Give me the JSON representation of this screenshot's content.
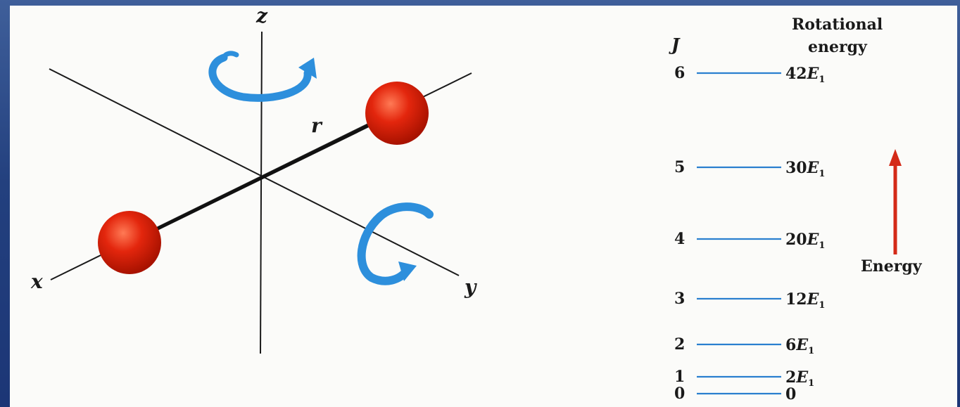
{
  "diagram": {
    "axes": {
      "x": "x",
      "y": "y",
      "z": "z",
      "bond": "r"
    },
    "colors": {
      "atom": "#e3260d",
      "rotation_arrow": "#2d8fdc",
      "level_line": "#2a7fcf",
      "energy_arrow": "#d42a18",
      "axis": "#1a1a1a"
    },
    "icons": [
      "rotation-arrow-icon",
      "rotation-arrow-icon",
      "energy-arrow-icon"
    ]
  },
  "levels": {
    "j_header": "J",
    "energy_header_line1": "Rotational",
    "energy_header_line2": "energy",
    "energy_label": "Energy",
    "subscript": "1",
    "items": [
      {
        "j": "6",
        "coef": "42",
        "sym": "E",
        "relative_energy": 42
      },
      {
        "j": "5",
        "coef": "30",
        "sym": "E",
        "relative_energy": 30
      },
      {
        "j": "4",
        "coef": "20",
        "sym": "E",
        "relative_energy": 20
      },
      {
        "j": "3",
        "coef": "12",
        "sym": "E",
        "relative_energy": 12
      },
      {
        "j": "2",
        "coef": "6",
        "sym": "E",
        "relative_energy": 6
      },
      {
        "j": "1",
        "coef": "2",
        "sym": "E",
        "relative_energy": 2
      },
      {
        "j": "0",
        "coef": "0",
        "sym": "",
        "relative_energy": 0
      }
    ]
  }
}
